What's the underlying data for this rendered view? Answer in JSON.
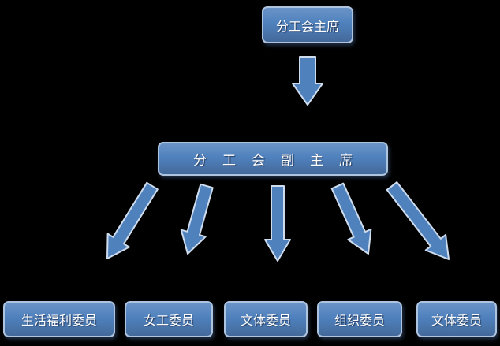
{
  "diagram": {
    "title": "union-branch-org-chart",
    "top_node": {
      "label": "分工会主席"
    },
    "middle_node": {
      "label": "分工会副主席"
    },
    "bottom_nodes": [
      {
        "label": "生活福利委员"
      },
      {
        "label": "女工委员"
      },
      {
        "label": "文体委员"
      },
      {
        "label": "组织委员"
      },
      {
        "label": "文体委员"
      }
    ],
    "arrows": [
      "arrow-down-icon",
      "arrow-down-left-icon",
      "arrow-down-left-icon",
      "arrow-down-icon",
      "arrow-down-right-icon",
      "arrow-down-right-icon"
    ]
  },
  "colors": {
    "background": "#000000",
    "node_fill": "#4f81bd",
    "node_border": "#aec3de",
    "arrow_fill": "#4f81bd",
    "arrow_border": "#cedcee",
    "text": "#ffffff"
  }
}
